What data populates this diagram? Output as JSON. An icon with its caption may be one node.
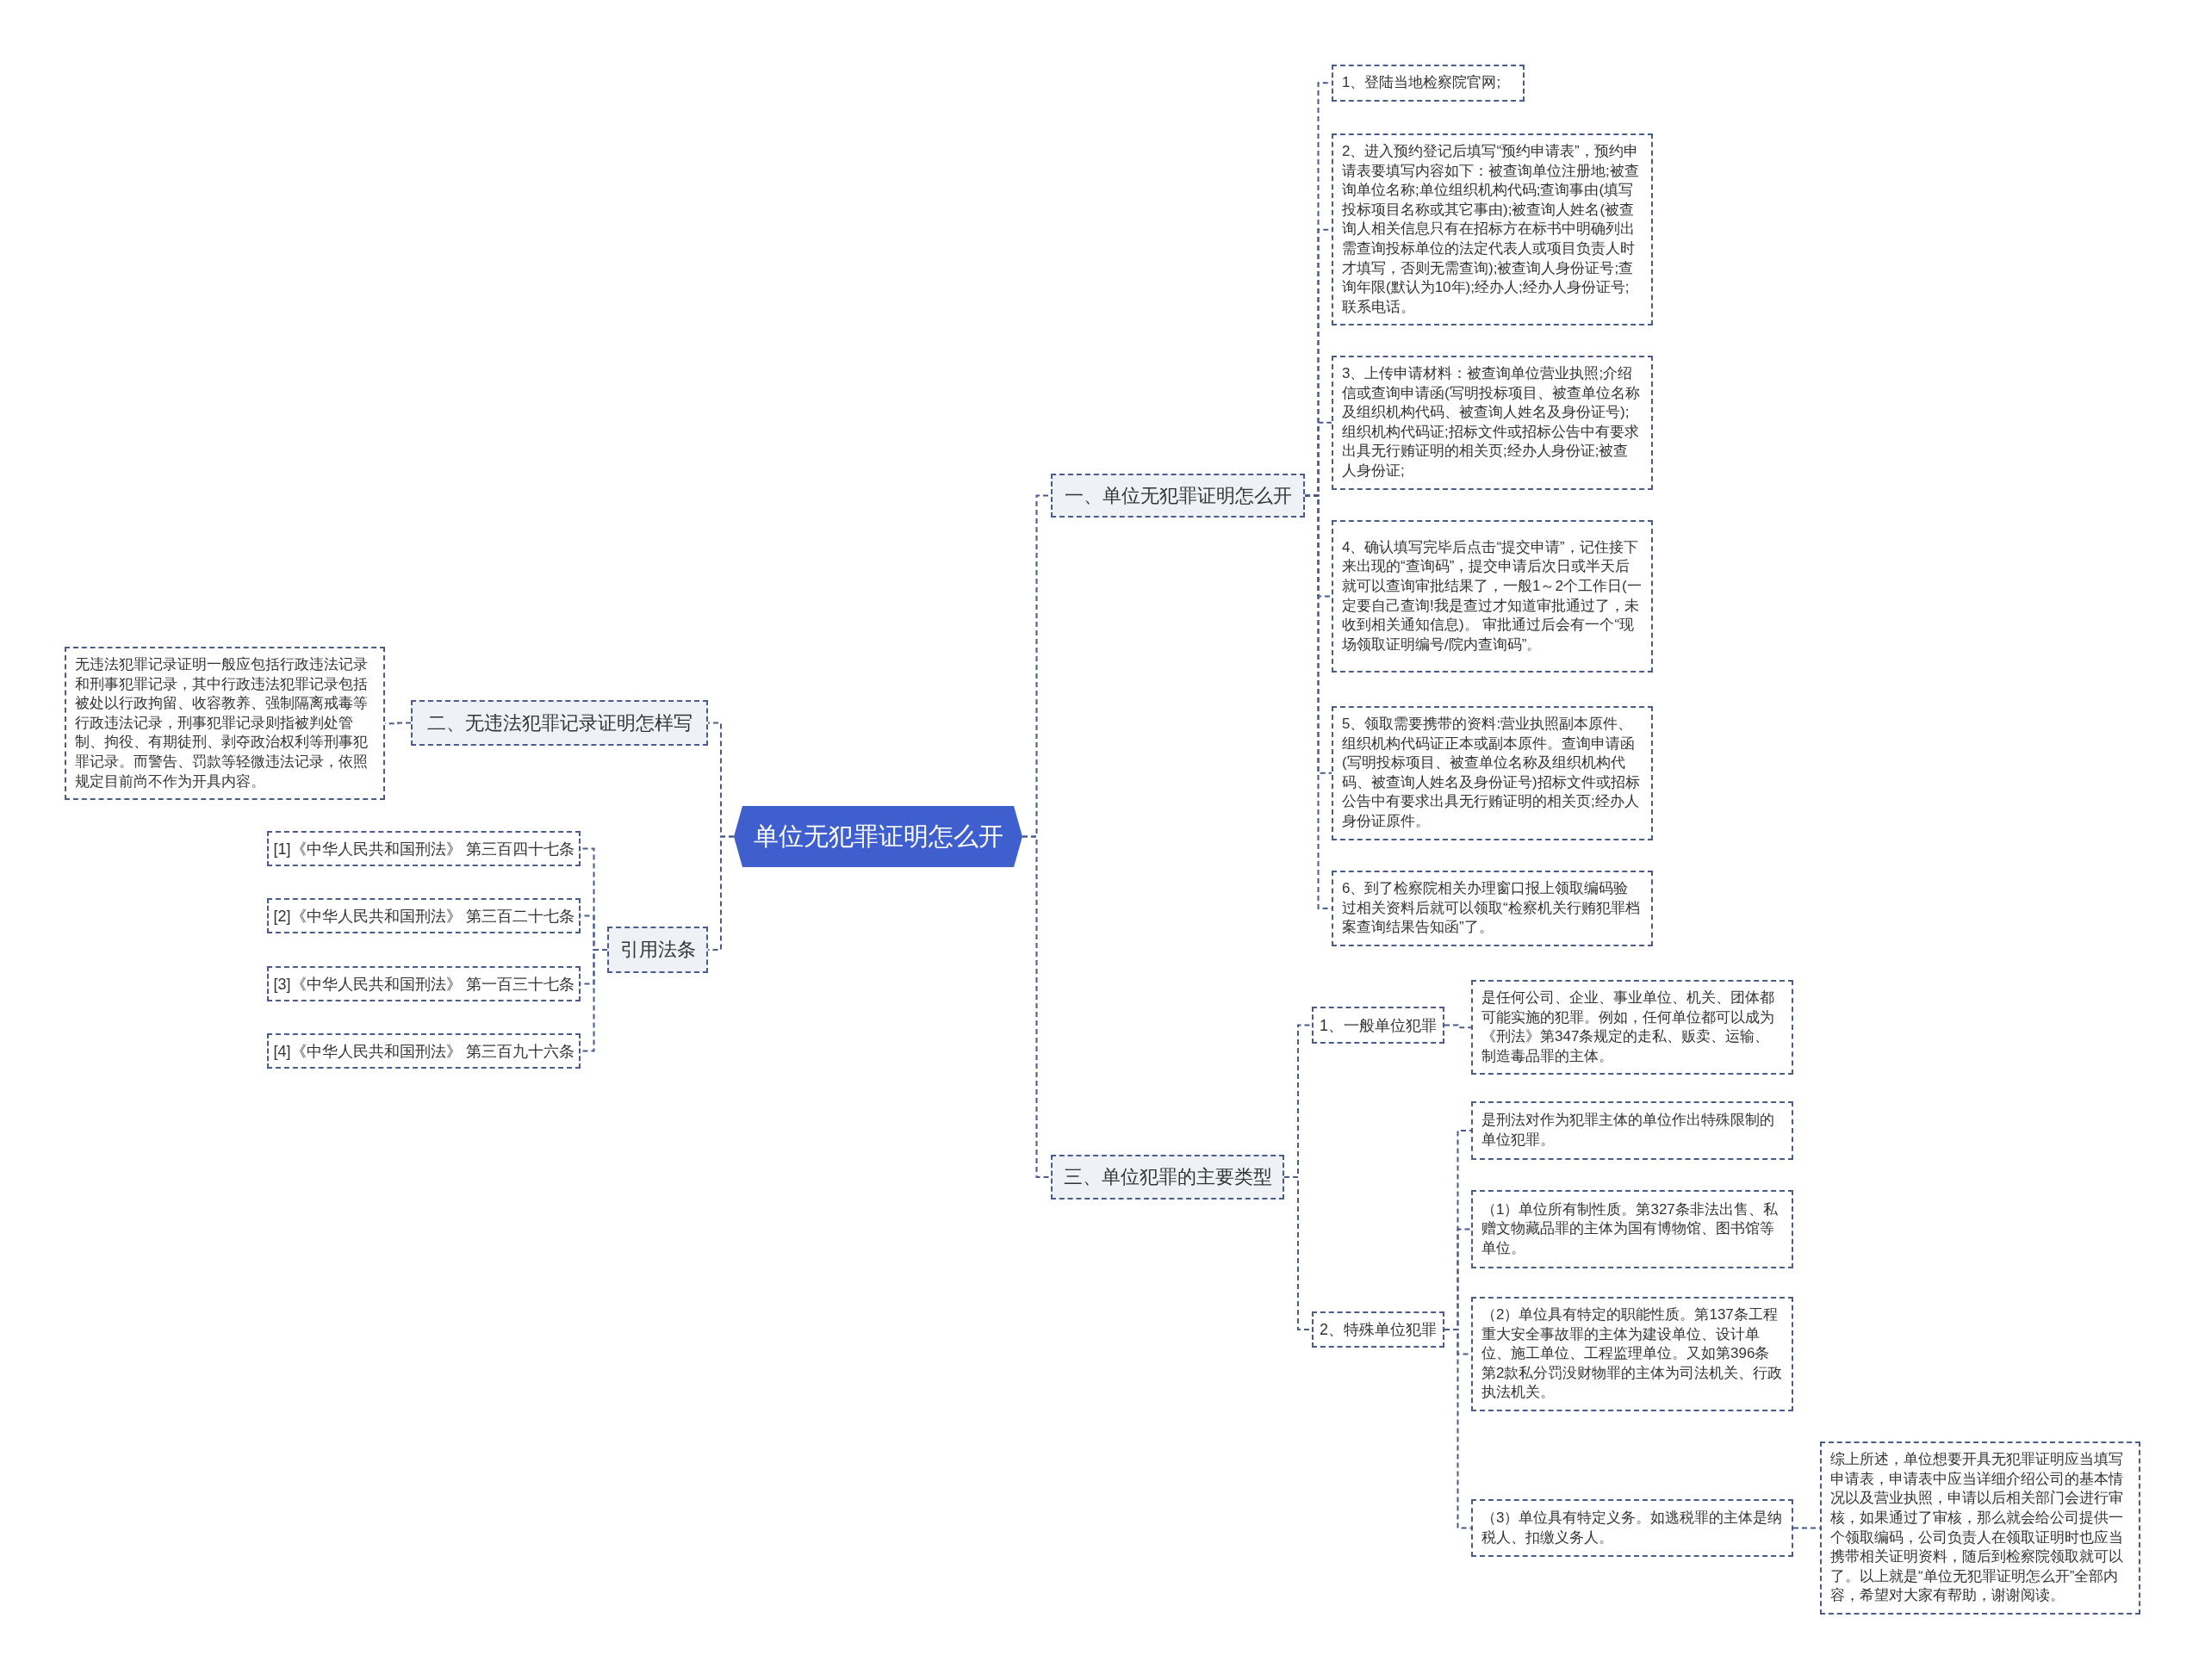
{
  "diagram": {
    "nodes": [
      {
        "text": [
          "单位无犯罪证明怎么开"
        ]
      },
      {
        "text": [
          "一、单位无犯罪证明怎么开"
        ]
      },
      {
        "text": [
          "1、登陆当地检察院官网;"
        ]
      },
      {
        "text": [
          "2、进入预约登记后填写“预约申请表”，预约申请表要填写内容如下：被查询单位注册地;被查询单位名称;单位组织机构代码;查询事由(填写投标项目名称或其它事由);被查询人姓名(被查询人相关信息只有在招标方在标书中明确列出需查询投标单位的法定代表人或项目负责人时才填写，否则无需查询);被查询人身份证号;查询年限(默认为10年);经办人;经办人身份证号;联系电话。"
        ]
      },
      {
        "text": [
          "3、上传申请材料：被查询单位营业执照;介绍信或查询申请函(写明投标项目、被查单位名称及组织机构代码、被查询人姓名及身份证号);组织机构代码证;招标文件或招标公告中有要求出具无行贿证明的相关页;经办人身份证;被查人身份证;"
        ]
      },
      {
        "text": [
          "4、确认填写完毕后点击“提交申请”，记住接下来出现的“查询码”，提交申请后次日或半天后就可以查询审批结果了，一般1～2个工作日(一定要自己查询!我是查过才知道审批通过了，未收到相关通知信息)。 审批通过后会有一个“现场领取证明编号/院内查询码”。"
        ]
      },
      {
        "text": [
          "5、领取需要携带的资料:营业执照副本原件、组织机构代码证正本或副本原件。查询申请函(写明投标项目、被查单位名称及组织机构代码、被查询人姓名及身份证号)招标文件或招标公告中有要求出具无行贿证明的相关页;经办人身份证原件。"
        ]
      },
      {
        "text": [
          "6、到了检察院相关办理窗口报上领取编码验过相关资料后就可以领取“检察机关行贿犯罪档案查询结果告知函”了。"
        ]
      },
      {
        "text": [
          "三、单位犯罪的主要类型"
        ]
      },
      {
        "text": [
          "1、一般单位犯罪"
        ]
      },
      {
        "text": [
          "是任何公司、企业、事业单位、机关、团体都可能实施的犯罪。例如，任何单位都可以成为《刑法》第347条规定的走私、贩卖、运输、制造毒品罪的主体。"
        ]
      },
      {
        "text": [
          "2、特殊单位犯罪"
        ]
      },
      {
        "text": [
          "是刑法对作为犯罪主体的单位作出特殊限制的单位犯罪。"
        ]
      },
      {
        "text": [
          "（1）单位所有制性质。第327条非法出售、私赠文物藏品罪的主体为国有博物馆、图书馆等单位。"
        ]
      },
      {
        "text": [
          "（2）单位具有特定的职能性质。第137条工程重大安全事故罪的主体为建设单位、设计单位、施工单位、工程监理单位。又如第396条第2款私分罚没财物罪的主体为司法机关、行政执法机关。"
        ]
      },
      {
        "text": [
          "（3）单位具有特定义务。如逃税罪的主体是纳税人、扣缴义务人。"
        ]
      },
      {
        "text": [
          "综上所述，单位想要开具无犯罪证明应当填写申请表，申请表中应当详细介绍公司的基本情况以及营业执照，申请以后相关部门会进行审核，如果通过了审核，那么就会给公司提供一个领取编码，公司负责人在领取证明时也应当携带相关证明资料，随后到检察院领取就可以了。以上就是“单位无犯罪证明怎么开”全部内容，希望对大家有帮助，谢谢阅读。"
        ]
      },
      {
        "text": [
          "二、无违法犯罪记录证明怎样写"
        ]
      },
      {
        "text": [
          "无违法犯罪记录证明一般应包括行政违法记录和刑事犯罪记录，其中行政违法犯罪记录包括被处以行政拘留、收容教养、强制隔离戒毒等行政违法记录，刑事犯罪记录则指被判处管制、拘役、有期徒刑、剥夺政治权利等刑事犯罪记录。而警告、罚款等轻微违法记录，依照规定目前尚不作为开具内容。"
        ]
      },
      {
        "text": [
          "引用法条"
        ]
      },
      {
        "text": [
          "[1]《中华人民共和国刑法》 第三百四十七条"
        ]
      },
      {
        "text": [
          "[2]《中华人民共和国刑法》 第三百二十七条"
        ]
      },
      {
        "text": [
          "[3]《中华人民共和国刑法》 第一百三十七条"
        ]
      },
      {
        "text": [
          "[4]《中华人民共和国刑法》 第三百九十六条"
        ]
      }
    ],
    "edges": [
      {
        "from": 0,
        "to": 1,
        "arrow": "none"
      },
      {
        "from": 1,
        "to": 2,
        "arrow": "none"
      },
      {
        "from": 1,
        "to": 3,
        "arrow": "none"
      },
      {
        "from": 1,
        "to": 4,
        "arrow": "none"
      },
      {
        "from": 1,
        "to": 5,
        "arrow": "none"
      },
      {
        "from": 1,
        "to": 6,
        "arrow": "none"
      },
      {
        "from": 1,
        "to": 7,
        "arrow": "none"
      },
      {
        "from": 0,
        "to": 8,
        "arrow": "none"
      },
      {
        "from": 8,
        "to": 9,
        "arrow": "none"
      },
      {
        "from": 9,
        "to": 10,
        "arrow": "none"
      },
      {
        "from": 8,
        "to": 11,
        "arrow": "none"
      },
      {
        "from": 11,
        "to": 12,
        "arrow": "none"
      },
      {
        "from": 11,
        "to": 13,
        "arrow": "none"
      },
      {
        "from": 11,
        "to": 14,
        "arrow": "none"
      },
      {
        "from": 11,
        "to": 15,
        "arrow": "none"
      },
      {
        "from": 15,
        "to": 16,
        "arrow": "none"
      },
      {
        "from": 0,
        "to": 17,
        "arrow": "none"
      },
      {
        "from": 17,
        "to": 18,
        "arrow": "none"
      },
      {
        "from": 0,
        "to": 19,
        "arrow": "none"
      },
      {
        "from": 19,
        "to": 20,
        "arrow": "none"
      },
      {
        "from": 19,
        "to": 21,
        "arrow": "none"
      },
      {
        "from": 19,
        "to": 22,
        "arrow": "none"
      },
      {
        "from": 19,
        "to": 23,
        "arrow": "none"
      }
    ]
  }
}
